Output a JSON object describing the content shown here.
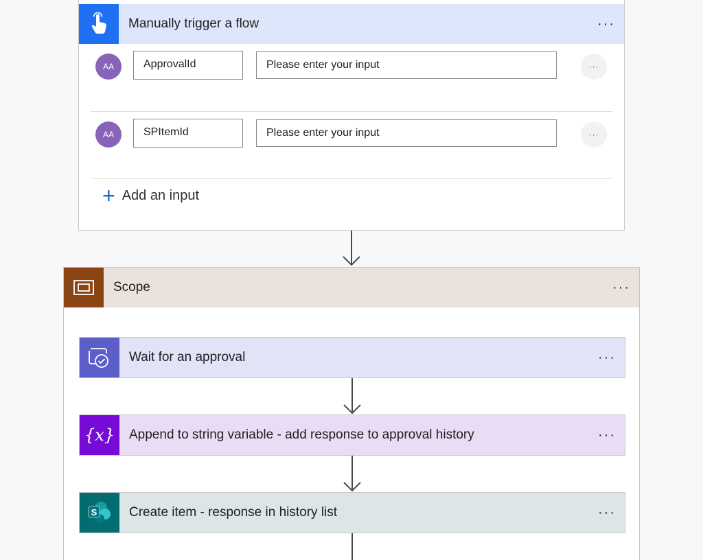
{
  "trigger": {
    "title": "Manually trigger a flow",
    "more_label": "···",
    "inputs": [
      {
        "avatar": "AA",
        "name": "ApprovalId",
        "placeholder": "Please enter your input",
        "more": "···"
      },
      {
        "avatar": "AA",
        "name": "SPItemId",
        "placeholder": "Please enter your input",
        "more": "···"
      }
    ],
    "add_input_label": "Add an input"
  },
  "scope": {
    "title": "Scope",
    "more_label": "···",
    "steps": [
      {
        "title": "Wait for an approval",
        "more": "···",
        "icon": "approval-icon",
        "color": "#e3e3f7",
        "icon_bg": "#5b5fc7"
      },
      {
        "title": "Append to string variable - add response to approval history",
        "more": "···",
        "icon": "variable-icon",
        "color": "#e9dcf5",
        "icon_bg": "#770bd6"
      },
      {
        "title": "Create item - response in history list",
        "more": "···",
        "icon": "sharepoint-icon",
        "color": "#dde6e6",
        "icon_bg": "#036c70"
      }
    ]
  },
  "colors": {
    "trigger_header": "#dde6fb",
    "trigger_icon_bg": "#1f6ff2",
    "scope_header": "#eae3dd",
    "scope_icon_bg": "#8b4513"
  }
}
